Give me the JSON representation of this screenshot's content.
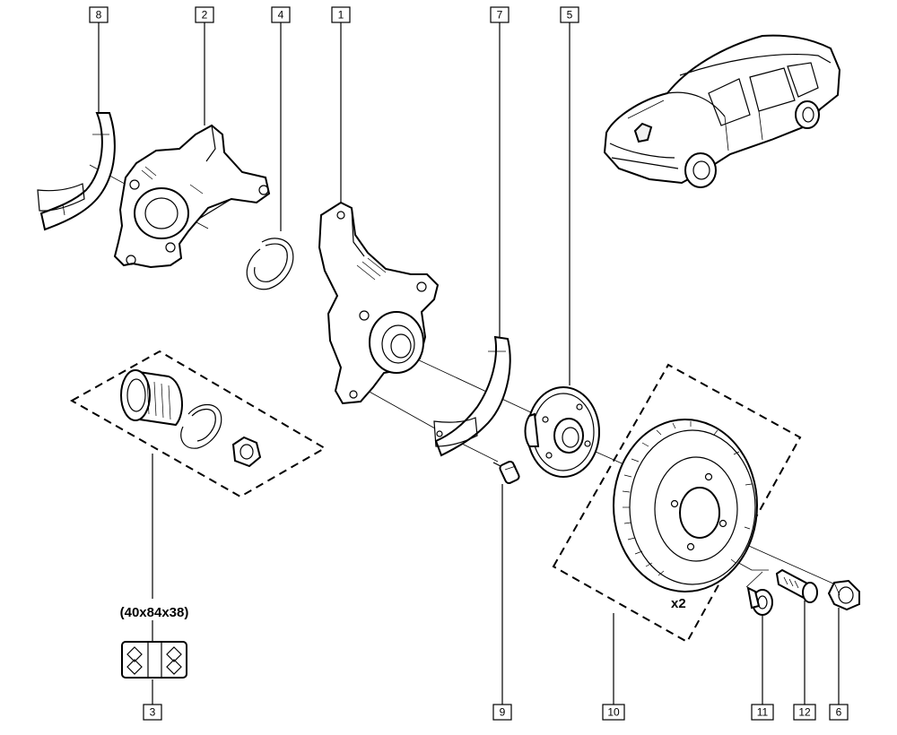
{
  "callouts": {
    "c8": "8",
    "c2": "2",
    "c4": "4",
    "c1": "1",
    "c7": "7",
    "c5": "5",
    "c3": "3",
    "c9": "9",
    "c10": "10",
    "c11": "11",
    "c12": "12",
    "c6": "6"
  },
  "bearing_spec": "(40x84x38)",
  "disc_quantity": "x2"
}
